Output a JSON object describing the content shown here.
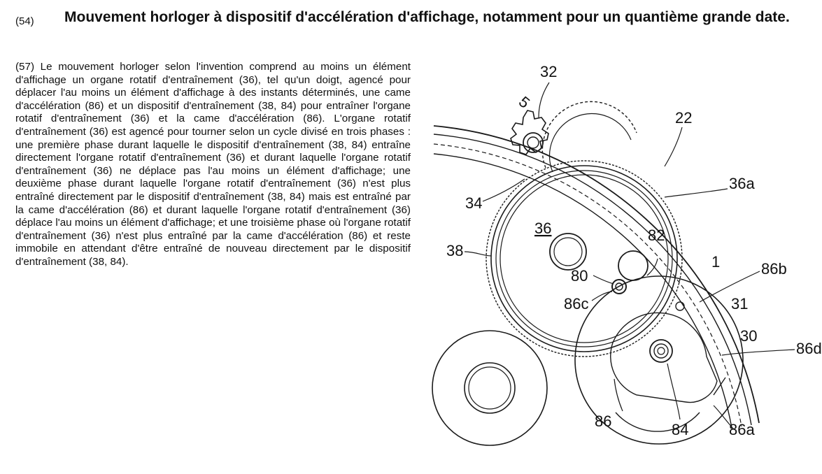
{
  "header": {
    "code": "(54)",
    "title": "Mouvement horloger à dispositif d'accélération d'affichage, notamment pour un quantième grande date."
  },
  "abstract": {
    "text": "(57) Le mouvement horloger selon l'invention comprend au moins un élément d'affichage un organe rotatif d'entraînement (36), tel qu'un doigt, agencé pour déplacer l'au moins un élément d'affichage à des instants déterminés, une came d'accélération (86) et un dispositif d'entraînement (38, 84) pour entraîner l'organe rotatif d'entraînement (36) et la came d'accélération (86). L'organe rotatif d'entraînement (36) est agencé pour tourner selon un cycle divisé en trois phases : une première phase durant laquelle le dispositif d'entraînement (38, 84) entraîne directement l'organe rotatif d'entraînement (36) et durant laquelle l'organe rotatif d'entraînement (36) ne déplace pas l'au moins un élément d'affichage; une deuxième phase durant laquelle l'organe rotatif d'entraînement (36) n'est plus entraîné directement par le dispositif d'entraînement (38, 84) mais est entraîné par la came d'accélération (86) et durant laquelle l'organe rotatif d'entraînement (36) déplace l'au moins un élément d'affichage; et une troisième phase où l'organe rotatif d'entraînement (36) n'est plus entraîné par la came d'accélération (86) et reste immobile en attendant d'être entraîné de nouveau directement par le dispositif d'entraînement (38, 84)."
  },
  "figure": {
    "labels": {
      "l32": "32",
      "l22": "22",
      "l36a": "36a",
      "l34": "34",
      "l36": "36",
      "l82": "82",
      "l38": "38",
      "l86b": "86b",
      "l80": "80",
      "l86c": "86c",
      "l86d": "86d",
      "l86": "86",
      "l84": "84",
      "l86a": "86a"
    },
    "dial_marks": {
      "m5": "5",
      "m1": "1",
      "m31": "31",
      "m30": "30"
    }
  }
}
